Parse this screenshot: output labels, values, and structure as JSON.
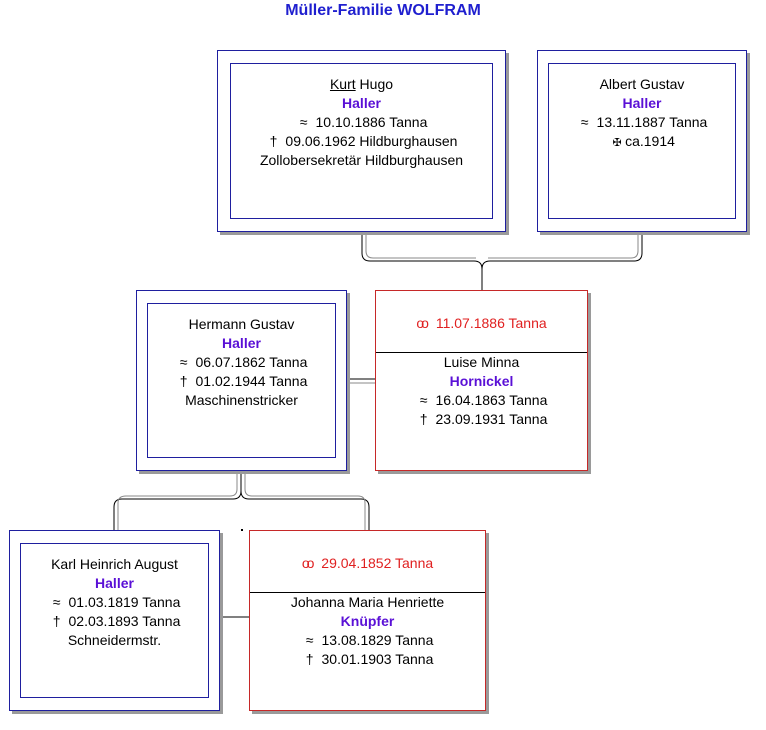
{
  "title": {
    "prefix": "Müller-Familie",
    "family": "WOLFRAM"
  },
  "symbols": {
    "birth": "≈",
    "death": "†",
    "died_war": "✠",
    "marriage": "oo"
  },
  "persons": {
    "kurt": {
      "given_underlined": "Kurt",
      "given_rest": " Hugo",
      "surname": "Haller",
      "birth": "10.10.1886 Tanna",
      "death": "09.06.1962 Hildburghausen",
      "occupation": "Zollobersekretär Hildburghausen"
    },
    "albert": {
      "given": "Albert Gustav",
      "surname": "Haller",
      "birth": "13.11.1887 Tanna",
      "death": "ca.1914"
    },
    "hermann": {
      "given": "Hermann Gustav",
      "surname": "Haller",
      "birth": "06.07.1862 Tanna",
      "death": "01.02.1944 Tanna",
      "occupation": "Maschinenstricker"
    },
    "luise": {
      "marriage": "11.07.1886 Tanna",
      "given": "Luise Minna",
      "surname": "Hornickel",
      "birth": "16.04.1863 Tanna",
      "death": "23.09.1931 Tanna"
    },
    "karl": {
      "given": "Karl Heinrich August",
      "surname": "Haller",
      "birth": "01.03.1819 Tanna",
      "death": "02.03.1893 Tanna",
      "occupation": "Schneidermstr."
    },
    "johanna": {
      "marriage": "29.04.1852 Tanna",
      "given": "Johanna Maria Henriette",
      "surname": "Knüpfer",
      "birth": "13.08.1829 Tanna",
      "death": "30.01.1903 Tanna"
    }
  },
  "colors": {
    "title": "#1f1fcf",
    "surname": "#5a10d6",
    "person_frame": "#1f1f9f",
    "spouse_frame": "#c62828",
    "marriage_text": "#e02020"
  }
}
